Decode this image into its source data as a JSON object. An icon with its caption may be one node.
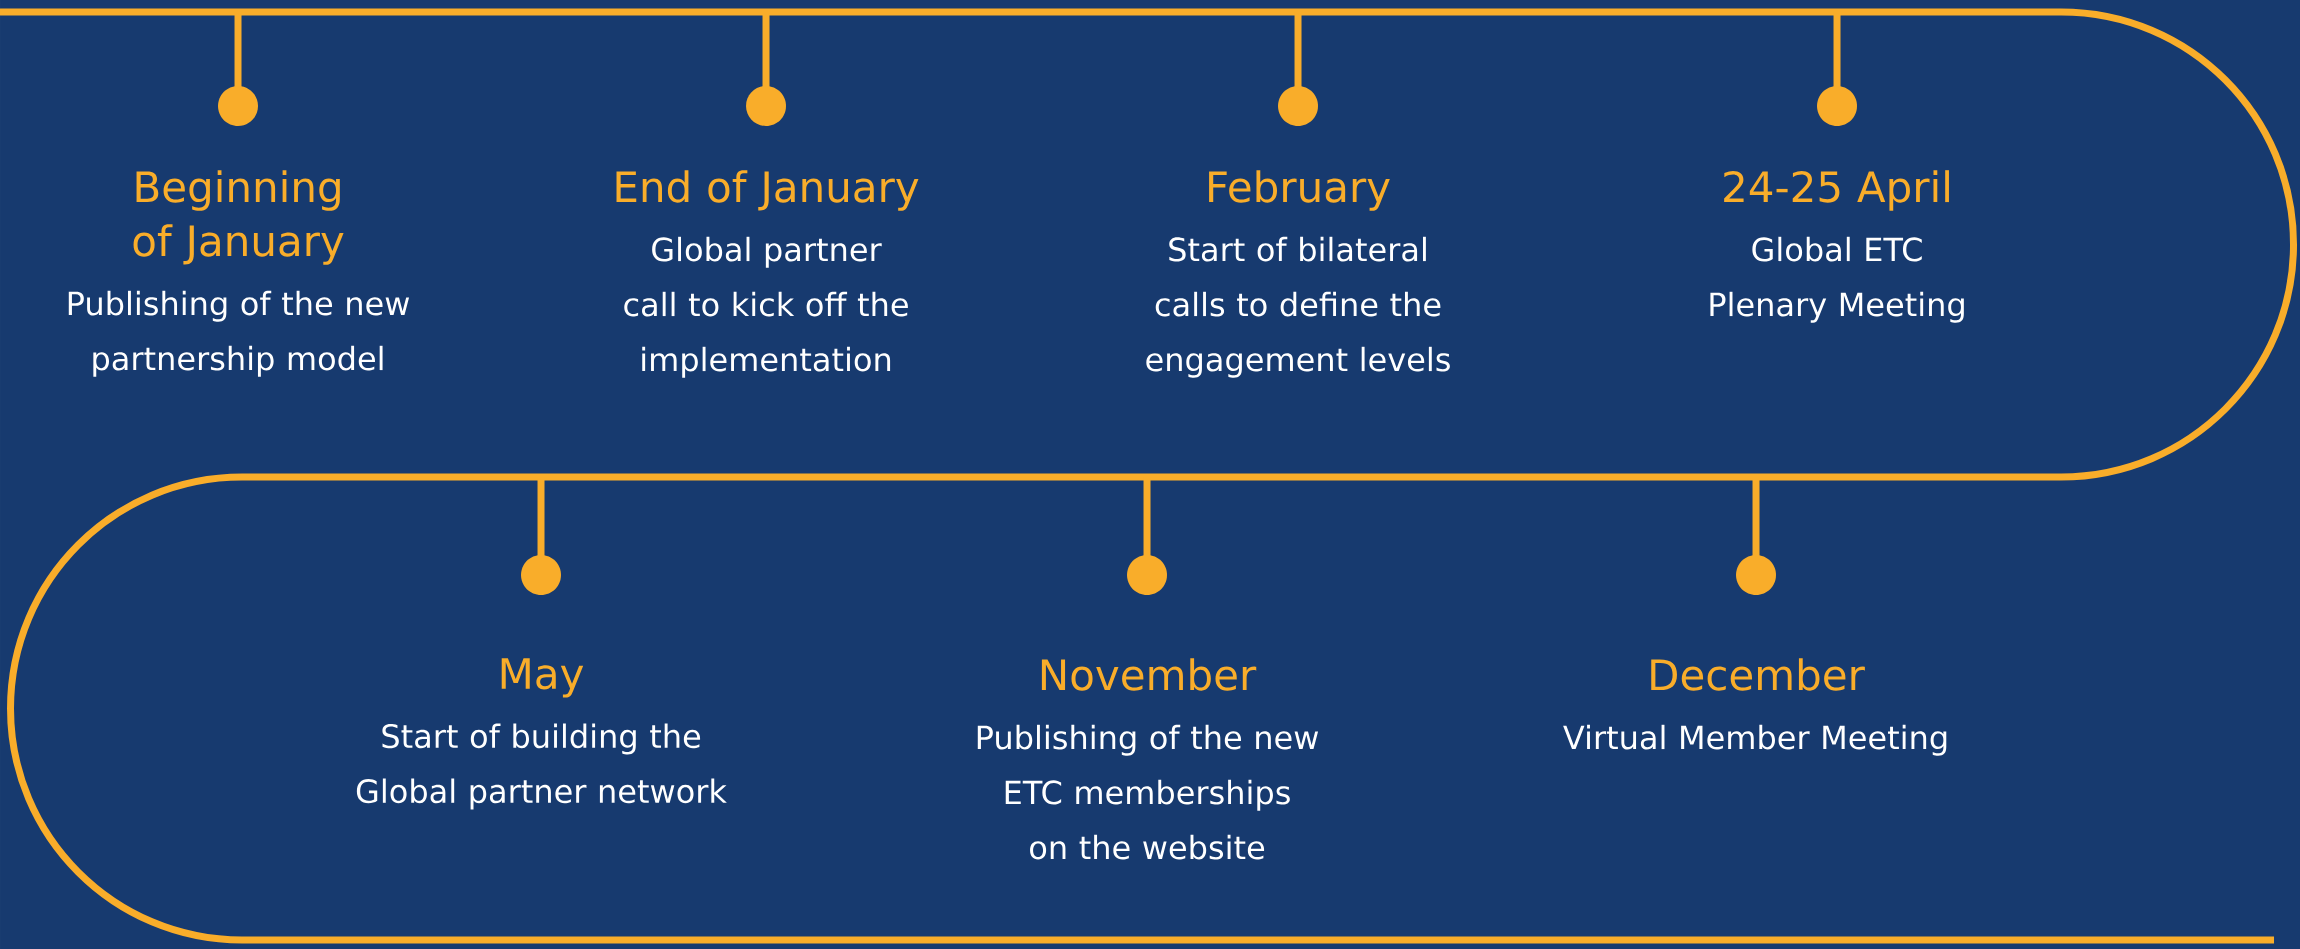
{
  "diagram": {
    "nodes": [
      {
        "text": [
          "Beginning of January",
          "Publishing of the new partnership model"
        ]
      },
      {
        "text": [
          "End of January",
          "Global partner call to kick off the implementation"
        ]
      },
      {
        "text": [
          "February",
          "Start of bilateral calls to define the engagement levels"
        ]
      },
      {
        "text": [
          "24-25 April",
          "Global ETC Plenary Meeting"
        ]
      },
      {
        "text": [
          "May",
          "Start of building the Global partner network"
        ]
      },
      {
        "text": [
          "November",
          "Publishing of the new ETC memberships on the website"
        ]
      },
      {
        "text": [
          "December",
          "Virtual Member Meeting"
        ]
      }
    ]
  }
}
